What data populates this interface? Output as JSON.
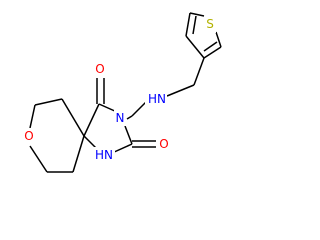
{
  "structure": {
    "atoms": [
      {
        "id": "S",
        "label": "S"
      },
      {
        "id": "NH_amine",
        "label": "HN"
      },
      {
        "id": "O_carbonyl_top",
        "label": "O"
      },
      {
        "id": "N_imide",
        "label": "N"
      },
      {
        "id": "O_ring",
        "label": "O"
      },
      {
        "id": "NH_ring",
        "label": "HN"
      },
      {
        "id": "O_carbonyl_right",
        "label": "O"
      }
    ],
    "colors": {
      "bond": "#000000",
      "S": "#b2b200",
      "N": "#0000ff",
      "O": "#ff0000"
    }
  }
}
